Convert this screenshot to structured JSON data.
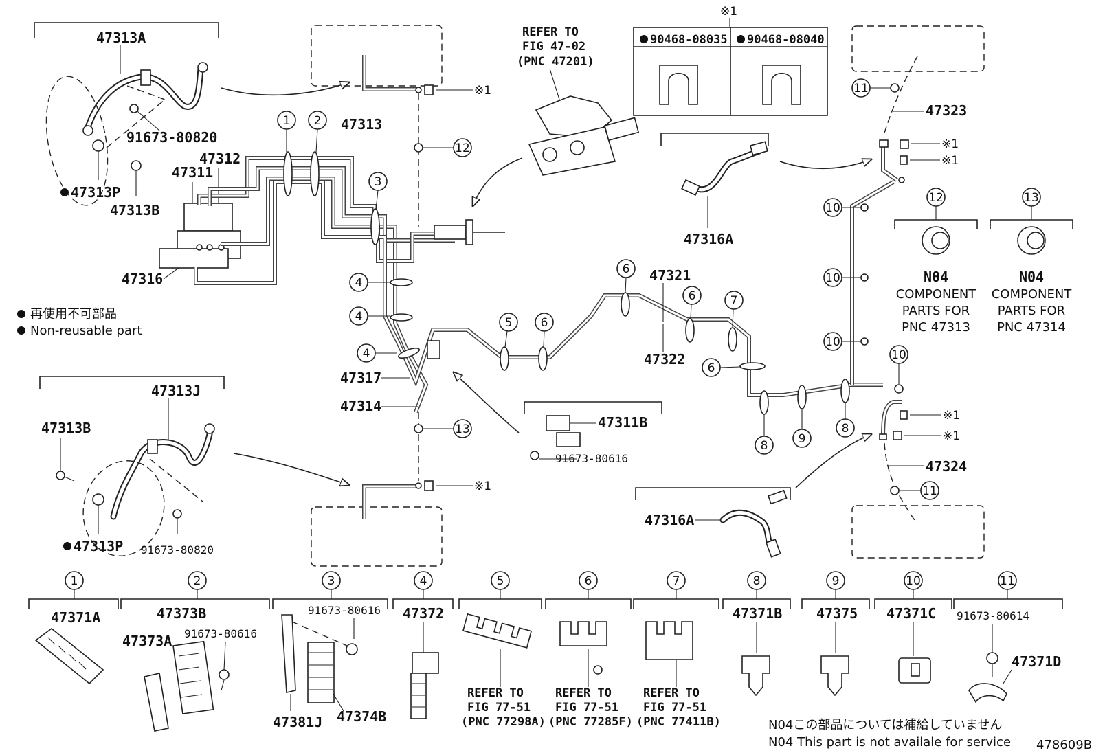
{
  "diagram_id": "478609B",
  "legend": {
    "jp": "再使用不可部品",
    "en": "Non-reusable part",
    "service_note_jp": "N04この部品については補給していません",
    "service_note_en": "N04 This part is not availale for service"
  },
  "kome": "※1",
  "kome_table": {
    "header": "※1",
    "col1": "90468-08035",
    "col2": "90468-08040"
  },
  "master_cyl_ref": {
    "l1": "REFER TO",
    "l2": "FIG 47-02",
    "l3": "(PNC 47201)"
  },
  "labels": {
    "p47313A": "47313A",
    "p47313J": "47313J",
    "p47313": "47313",
    "p47312": "47312",
    "p47311": "47311",
    "p47316": "47316",
    "p47313P_top": "47313P",
    "p47313P_bot": "47313P",
    "p47313B_top": "47313B",
    "p47313B_bot": "47313B",
    "p91673_80820_top": "91673-80820",
    "p91673_80820_bot": "91673-80820",
    "p47317": "47317",
    "p47314": "47314",
    "p47311B": "47311B",
    "p91673_80616_mid": "91673-80616",
    "p47316A_top": "47316A",
    "p47316A_bot": "47316A",
    "p47321": "47321",
    "p47322": "47322",
    "p47323": "47323",
    "p47324": "47324"
  },
  "callouts": {
    "c1": "1",
    "c2": "2",
    "c3": "3",
    "c4": "4",
    "c5": "5",
    "c6": "6",
    "c7": "7",
    "c8": "8",
    "c9": "9",
    "c10": "10",
    "c11": "11",
    "c12": "12",
    "c13": "13"
  },
  "n04": [
    {
      "num": "12",
      "code": "N04",
      "l1": "COMPONENT",
      "l2": "PARTS FOR",
      "l3": "PNC 47313"
    },
    {
      "num": "13",
      "code": "N04",
      "l1": "COMPONENT",
      "l2": "PARTS FOR",
      "l3": "PNC 47314"
    }
  ],
  "bottom_parts": {
    "b1": {
      "num": "1",
      "part": "47371A"
    },
    "b2": {
      "num": "2",
      "part": "47373B",
      "extra1": "47373A",
      "extra2": "91673-80616"
    },
    "b3": {
      "num": "3",
      "part": "91673-80616",
      "extra1": "47381J",
      "extra2": "47374B"
    },
    "b4": {
      "num": "4",
      "part": "47372"
    },
    "b5": {
      "num": "5",
      "l1": "REFER TO",
      "l2": "FIG 77-51",
      "l3": "(PNC 77298A)"
    },
    "b6": {
      "num": "6",
      "l1": "REFER TO",
      "l2": "FIG 77-51",
      "l3": "(PNC 77285F)"
    },
    "b7": {
      "num": "7",
      "l1": "REFER TO",
      "l2": "FIG 77-51",
      "l3": "(PNC 77411B)"
    },
    "b8": {
      "num": "8",
      "part": "47371B"
    },
    "b9": {
      "num": "9",
      "part": "47375"
    },
    "b10": {
      "num": "10",
      "part": "47371C"
    },
    "b11": {
      "num": "11",
      "part": "47371D",
      "extra1": "91673-80614"
    }
  }
}
